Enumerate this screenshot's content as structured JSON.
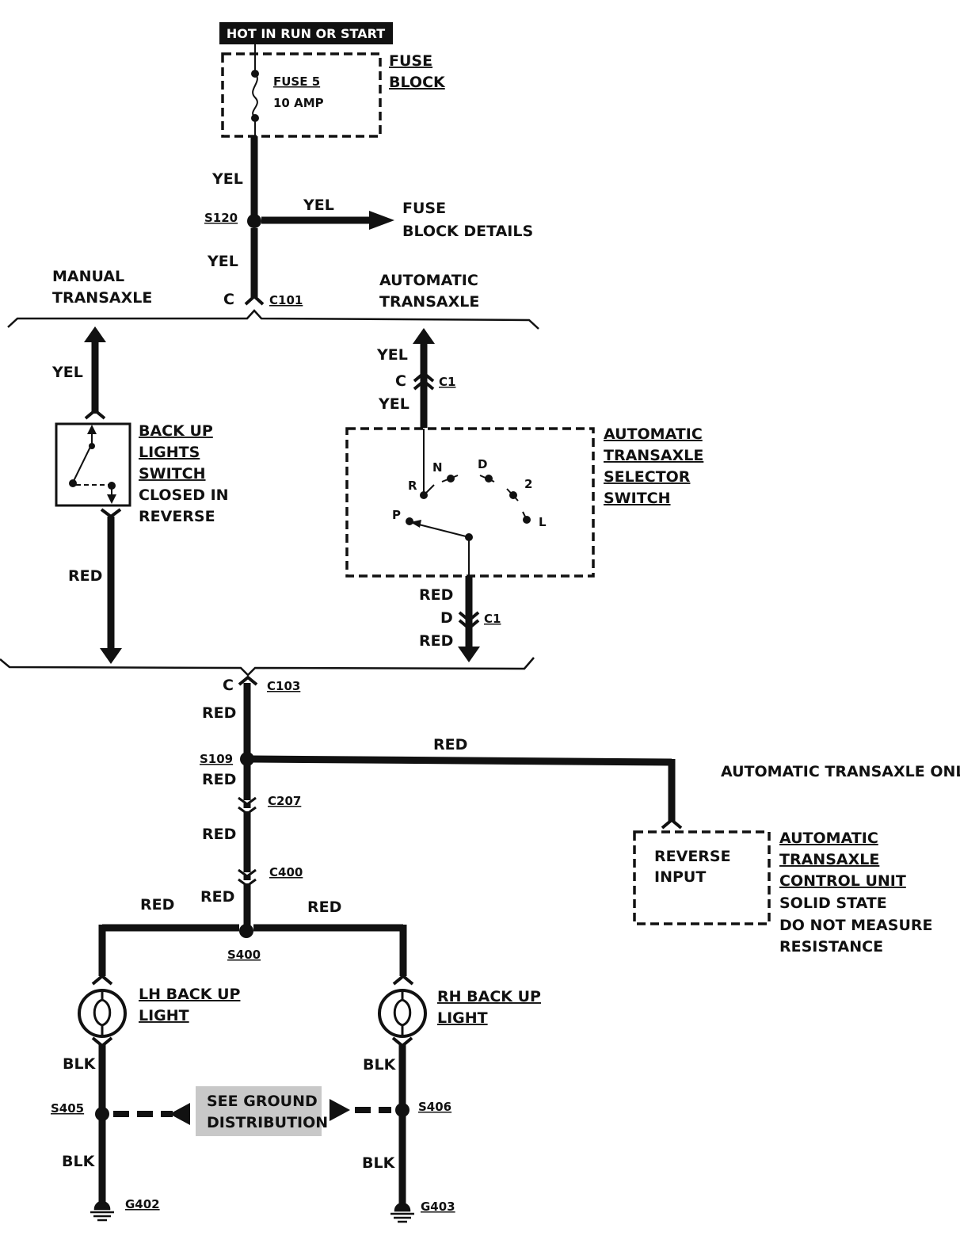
{
  "header": {
    "power_source": "HOT IN RUN OR START"
  },
  "fuse_block": {
    "title_1": "FUSE",
    "title_2": "BLOCK",
    "fuse_name": "FUSE 5",
    "fuse_rating": "10 AMP"
  },
  "splices": {
    "s120": "S120",
    "s109": "S109",
    "s400": "S400",
    "s405": "S405",
    "s406": "S406"
  },
  "connectors": {
    "c101": "C101",
    "c103": "C103",
    "c1_top": "C1",
    "c1_bottom": "C1",
    "c207": "C207",
    "c400": "C400"
  },
  "pins": {
    "c101_pin": "C",
    "c103_pin": "C",
    "c1_top_pin": "C",
    "c1_bottom_pin": "D"
  },
  "wires": {
    "yel_1": "YEL",
    "yel_2": "YEL",
    "yel_3": "YEL",
    "yel_4": "YEL",
    "yel_5": "YEL",
    "yel_6": "YEL",
    "red_1": "RED",
    "red_2": "RED",
    "red_3": "RED",
    "red_4": "RED",
    "red_5": "RED",
    "red_6": "RED",
    "red_7": "RED",
    "red_8": "RED",
    "red_9": "RED",
    "red_10": "RED",
    "blk_1": "BLK",
    "blk_2": "BLK",
    "blk_3": "BLK",
    "blk_4": "BLK"
  },
  "fuse_block_details": {
    "line_1": "FUSE",
    "line_2": "BLOCK DETAILS"
  },
  "manual_transaxle": {
    "line_1": "MANUAL",
    "line_2": "TRANSAXLE"
  },
  "automatic_transaxle": {
    "line_1": "AUTOMATIC",
    "line_2": "TRANSAXLE"
  },
  "backup_switch": {
    "line_1": "BACK UP",
    "line_2": "LIGHTS",
    "line_3": "SWITCH",
    "line_4": "CLOSED IN",
    "line_5": "REVERSE"
  },
  "selector_switch": {
    "line_1": "AUTOMATIC",
    "line_2": "TRANSAXLE",
    "line_3": "SELECTOR",
    "line_4": "SWITCH",
    "positions": [
      "P",
      "R",
      "N",
      "D",
      "2",
      "L"
    ]
  },
  "control_unit": {
    "only_note": "AUTOMATIC TRANSAXLE ONLY",
    "input_1": "REVERSE",
    "input_2": "INPUT",
    "line_1": "AUTOMATIC",
    "line_2": "TRANSAXLE",
    "line_3": "CONTROL UNIT",
    "line_4": "SOLID STATE",
    "line_5": "DO NOT MEASURE",
    "line_6": "RESISTANCE"
  },
  "lh_light": {
    "line_1": "LH BACK UP",
    "line_2": "LIGHT"
  },
  "rh_light": {
    "line_1": "RH BACK UP",
    "line_2": "LIGHT"
  },
  "ground_distribution": {
    "line_1": "SEE GROUND",
    "line_2": "DISTRIBUTION"
  },
  "grounds": {
    "g402": "G402",
    "g403": "G403"
  }
}
